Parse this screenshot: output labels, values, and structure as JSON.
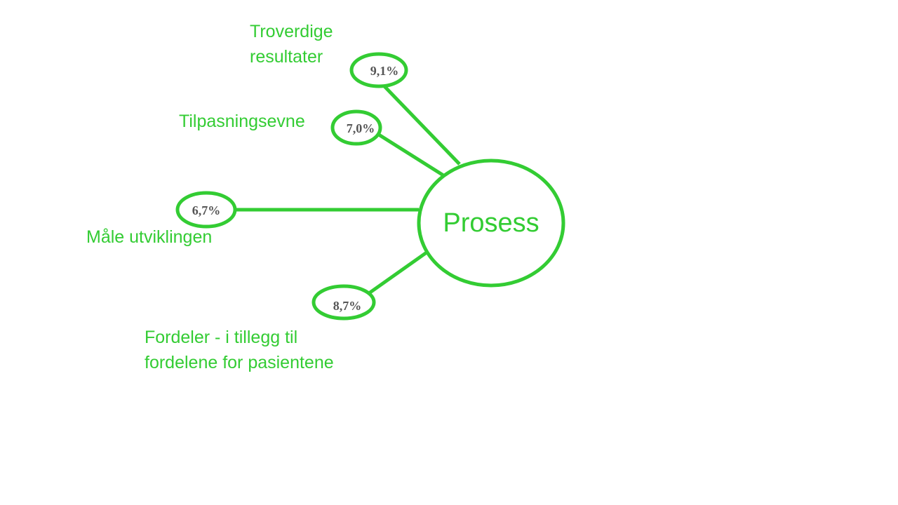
{
  "colors": {
    "accent": "#33cc33",
    "value_text": "#555555"
  },
  "center": {
    "label": "Prosess"
  },
  "nodes": [
    {
      "id": "troverdige-resultater",
      "value": "9,1%",
      "label_lines": [
        "Troverdige",
        "resultater"
      ]
    },
    {
      "id": "tilpasningsevne",
      "value": "7,0%",
      "label_lines": [
        "Tilpasningsevne"
      ]
    },
    {
      "id": "male-utviklingen",
      "value": "6,7%",
      "label_lines": [
        "Måle utviklingen"
      ]
    },
    {
      "id": "fordeler",
      "value": "8,7%",
      "label_lines": [
        "Fordeler - i tillegg til",
        "fordelene for pasientene"
      ]
    }
  ]
}
